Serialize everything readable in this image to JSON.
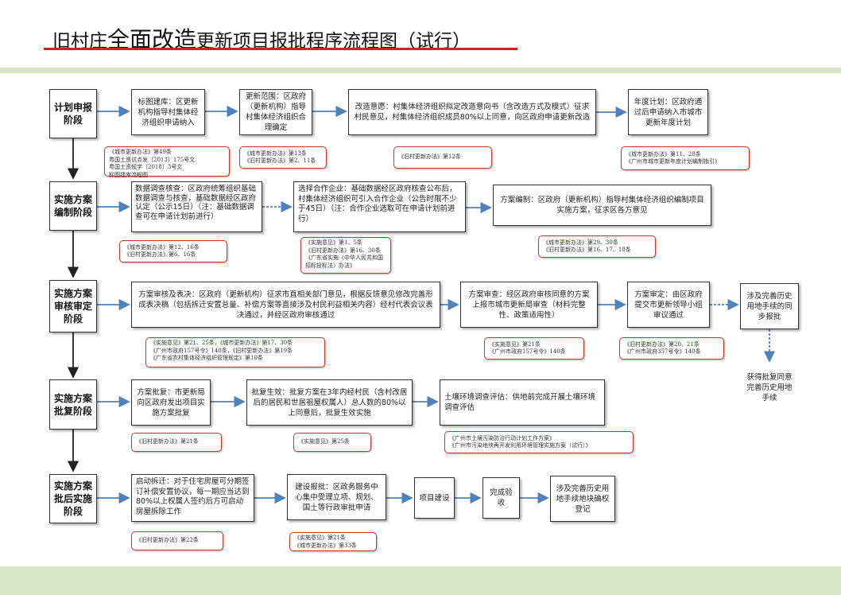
{
  "title": {
    "part1": "旧村庄",
    "part2": "全面改造",
    "part3": "更新项目报批程序流程图（试行）"
  },
  "colors": {
    "band": "#d9e5c4",
    "arrow": "#4f81bd",
    "ref_border": "#c0392b",
    "title_underline": "#d21f1f"
  },
  "stages": [
    "计划申报阶段",
    "实施方案编制阶段",
    "实施方案审核审定阶段",
    "实施方案批复阶段",
    "实施方案批后实施阶段"
  ],
  "row1": {
    "box1": "标图建库：区更新机构指导村集体经济组织申请纳入",
    "ref1": "《城市更新办法》第49条\n粤国土资试点发〔2013〕175号文\n粤国土资规字〔2018〕3号文\n标图建库流程图",
    "box2": "更新范围：区政府（更新机构）指导村集体经济组织合理确定",
    "ref2": "《城市更新办法》第13条\n《旧村更新办法》第2、11条",
    "box3": "改造意愿：村集体经济组织拟定改造意向书（含改造方式及模式）征求村民意见，村集体经济组织成员80%以上同意，向区政府申请更新改造",
    "ref3": "《旧村更新办法》第12条",
    "box4": "年度计划：区政府通过后申请纳入市城市更新年度计划",
    "ref4": "《城市更新办法》第11、28条\n《广州市城市更新年度计划编制指引》"
  },
  "row2": {
    "box1": "数据调查核查：区政府统筹组织基础数据调查与核查，基础数据经区政府认定（公示15日）（注：基础数据调查可在申请计划前进行）",
    "ref1": "《城市更新办法》第12、16条\n《旧村更新办法》第6、16条",
    "box2": "选择合作企业：基础数据经区政府核查公布后，村集体经济组织可引入合作企业（公告时限不少于45日）（注：合作企业选取可在申请计划前进行）",
    "ref2": "《实施意见》第1、5条\n《旧村更新办法》第16、30条\n《广东省实施〈中华人民共和国招标投标法〉办法》",
    "box3": "方案编制：区政府（更新机构）指导村集体经济组织编制项目实施方案，征求区各方意见",
    "ref3": "《城市更新办法》第29、30条\n《旧村更新办法》第16、17、18条"
  },
  "row3": {
    "box1": "方案审核及表决：区政府（更新机构）征求市直相关部门意见，根据反馈意见修改完善形成表决稿（包括拆迁安置总量、补偿方案等直接涉及村民利益相关内容）经村代表会议表决通过，并经区政府审核通过",
    "ref1": "《实施意见》第21、25条，《城市更新办法》第17、30条\n《广州市政府157号令》140条，《旧村更新办法》第19条\n《广东省农村集体经济组织管理规定》第10条",
    "box2": "方案审查：经区政府审核同意的方案上报市城市更新局审查（材料完整性、政策适用性）",
    "ref2": "《实施意见》第21条\n《广州市政府157号令》140条",
    "box3": "方案审定：由区政府提交市更新领导小组审议通过",
    "ref3": "《旧村更新办法》第20、21条\n《广州市政府357号令》140条",
    "box4": "涉及完善历史用地手续的同步报批",
    "box5": "获得批复同意完善历史用地手续"
  },
  "row4": {
    "box1": "方案批复：市更新局向区政府发出项目实施方案批复",
    "ref1": "《旧村更新办法》第21条",
    "box2": "批复生效：批复方案在3年内经村民（含村改居后的居民和世居祖屋权属人）总人数的80%以上同意后，批复生效实施",
    "ref2": "《实施意见》第25条",
    "box3": "土壤环境调查评估：供地前完成开展土壤环境调查评估",
    "ref3": "《广州市土壤污染防治行动计划工作方案》\n《广州市污染地块再开发利用环境管理实施方案（试行）》"
  },
  "row5": {
    "box1": "启动拆迁：对于住宅房屋可分期签订补偿安置协议，每一期应当达到80%以上权属人签约后方可启动房屋拆除工作",
    "ref1": "《旧村更新办法》第22条",
    "box2": "建设报批：区政务服务中心集中受理立项、规划、国土等行政审批申请",
    "ref2": "《实施意见》第21条\n《城市更新办法》第33条",
    "box3": "项目建设",
    "box4": "完成验收",
    "box5": "涉及完善历史用地手续地块确权登记"
  }
}
